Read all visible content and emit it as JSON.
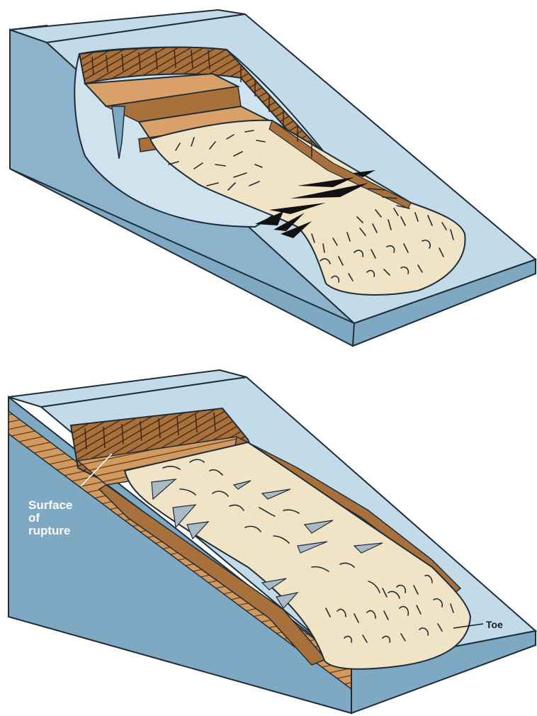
{
  "top_diagram": {
    "colors": {
      "slope_top": "#c3dbe8",
      "slope_front": "#7fa8c3",
      "edge": "#1e2d38",
      "scarp_brown": "#a8703a",
      "slump_block": "#d9a06a",
      "flow_body": "#f1e3c5",
      "crack": "#111111"
    }
  },
  "bottom_diagram": {
    "colors": {
      "slope_top": "#c3dbe8",
      "slope_front": "#7fa8c3",
      "scarp_brown": "#a8703a",
      "rupture_surface": "#d29a5e",
      "slide_body": "#f1e3c5",
      "crack_fill": "#aab9c5"
    },
    "labels": {
      "surface_of_rupture": [
        "Surface",
        "of",
        "rupture"
      ],
      "toe": "Toe"
    }
  }
}
